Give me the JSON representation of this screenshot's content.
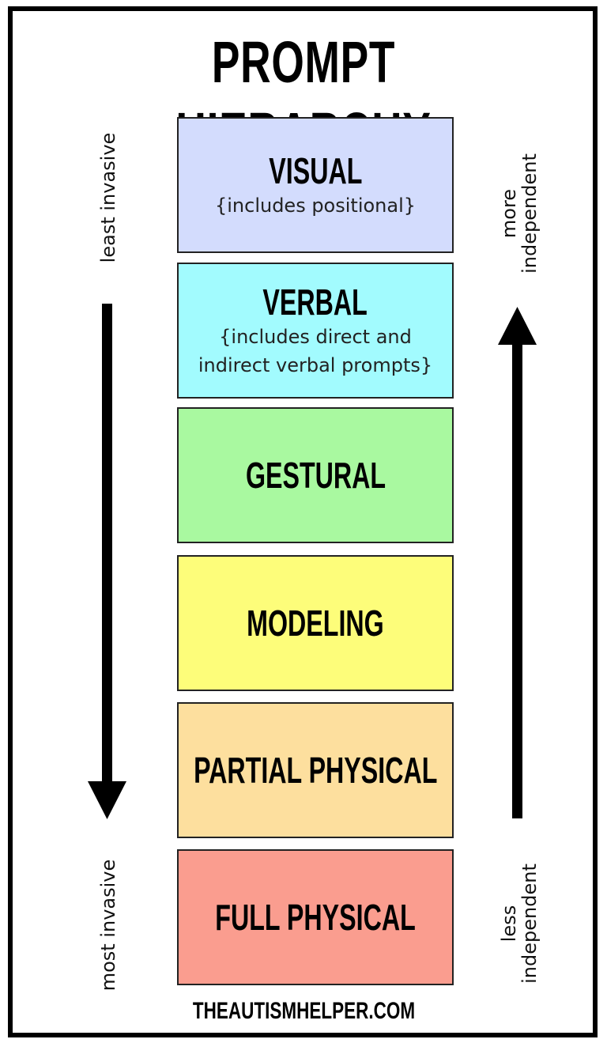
{
  "title": "PROMPT HIERARCHY",
  "levels": [
    {
      "label": "VISUAL",
      "sub": "{includes positional}",
      "color": "#d3dcfd"
    },
    {
      "label": "VERBAL",
      "sub": "{includes direct and indirect verbal prompts}",
      "color": "#a2fbfe"
    },
    {
      "label": "GESTURAL",
      "sub": "",
      "color": "#a9f9a0"
    },
    {
      "label": "MODELING",
      "sub": "",
      "color": "#fdfd7a"
    },
    {
      "label": "PARTIAL PHYSICAL",
      "sub": "",
      "color": "#fddf9e"
    },
    {
      "label": "FULL PHYSICAL",
      "sub": "",
      "color": "#fa9d8f"
    }
  ],
  "left_axis": {
    "top": "least invasive",
    "bottom": "most invasive",
    "direction": "down"
  },
  "right_axis": {
    "top_line1": "more",
    "top_line2": "independent",
    "bottom_line1": "less",
    "bottom_line2": "independent",
    "direction": "up"
  },
  "footer": "THEAUTISMHELPER.COM"
}
